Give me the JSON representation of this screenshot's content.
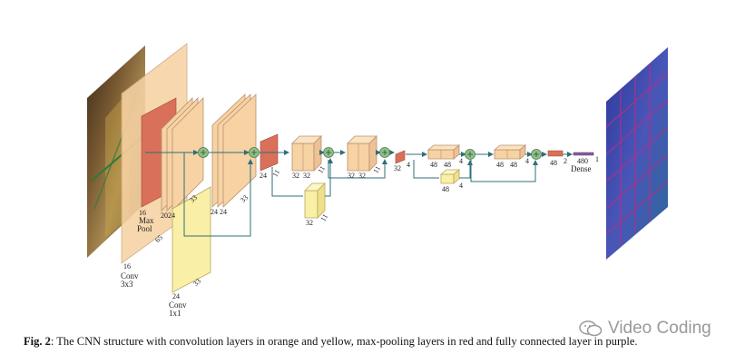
{
  "labels": {
    "c1_depth": "16",
    "c1_name": "Conv",
    "c1_kernel": "3x3",
    "pool_depth": "16",
    "pool_name": "Max",
    "pool_name2": "Pool",
    "g1_size": "33",
    "g1_d1": "20",
    "g1_d2": "24",
    "l65": "65",
    "yellow_depth": "24",
    "yellow_name": "Conv",
    "yellow_kernel": "1x1",
    "yellow_size": "33",
    "g2_d1": "24",
    "g2_d2": "24",
    "g2_size": "33",
    "r2_depth": "24",
    "r2_size": "11",
    "g3_d1": "32",
    "g3_d2": "32",
    "g3_size": "11",
    "y2_depth": "32",
    "y2_size": "11",
    "g4_d1": "32",
    "g4_d2": "32",
    "g4_size": "11",
    "r3_depth": "32",
    "r3_size": "4",
    "g5_d1": "48",
    "g5_d2": "48",
    "g5_size": "4",
    "y3_depth": "48",
    "y3_size": "4",
    "g6_d1": "48",
    "g6_d2": "48",
    "g6_size": "4",
    "r4_depth": "48",
    "r4_size": "2",
    "dense_units": "480",
    "dense_name": "Dense",
    "dense_size": "1"
  },
  "colors": {
    "conv": "#f7d2a3",
    "conv1x1": "#faefa6",
    "pool": "#d9705a",
    "dense": "#8a5ba0",
    "node": "#8fbf8a",
    "arrow": "#2e6f7a"
  },
  "caption": {
    "prefix": "Fig. 2",
    "text": ": The CNN structure with convolution layers in orange and yellow, max-pooling layers in red and fully connected layer in purple."
  },
  "watermark": {
    "text": "Video Coding",
    "icon": "wechat-icon"
  }
}
